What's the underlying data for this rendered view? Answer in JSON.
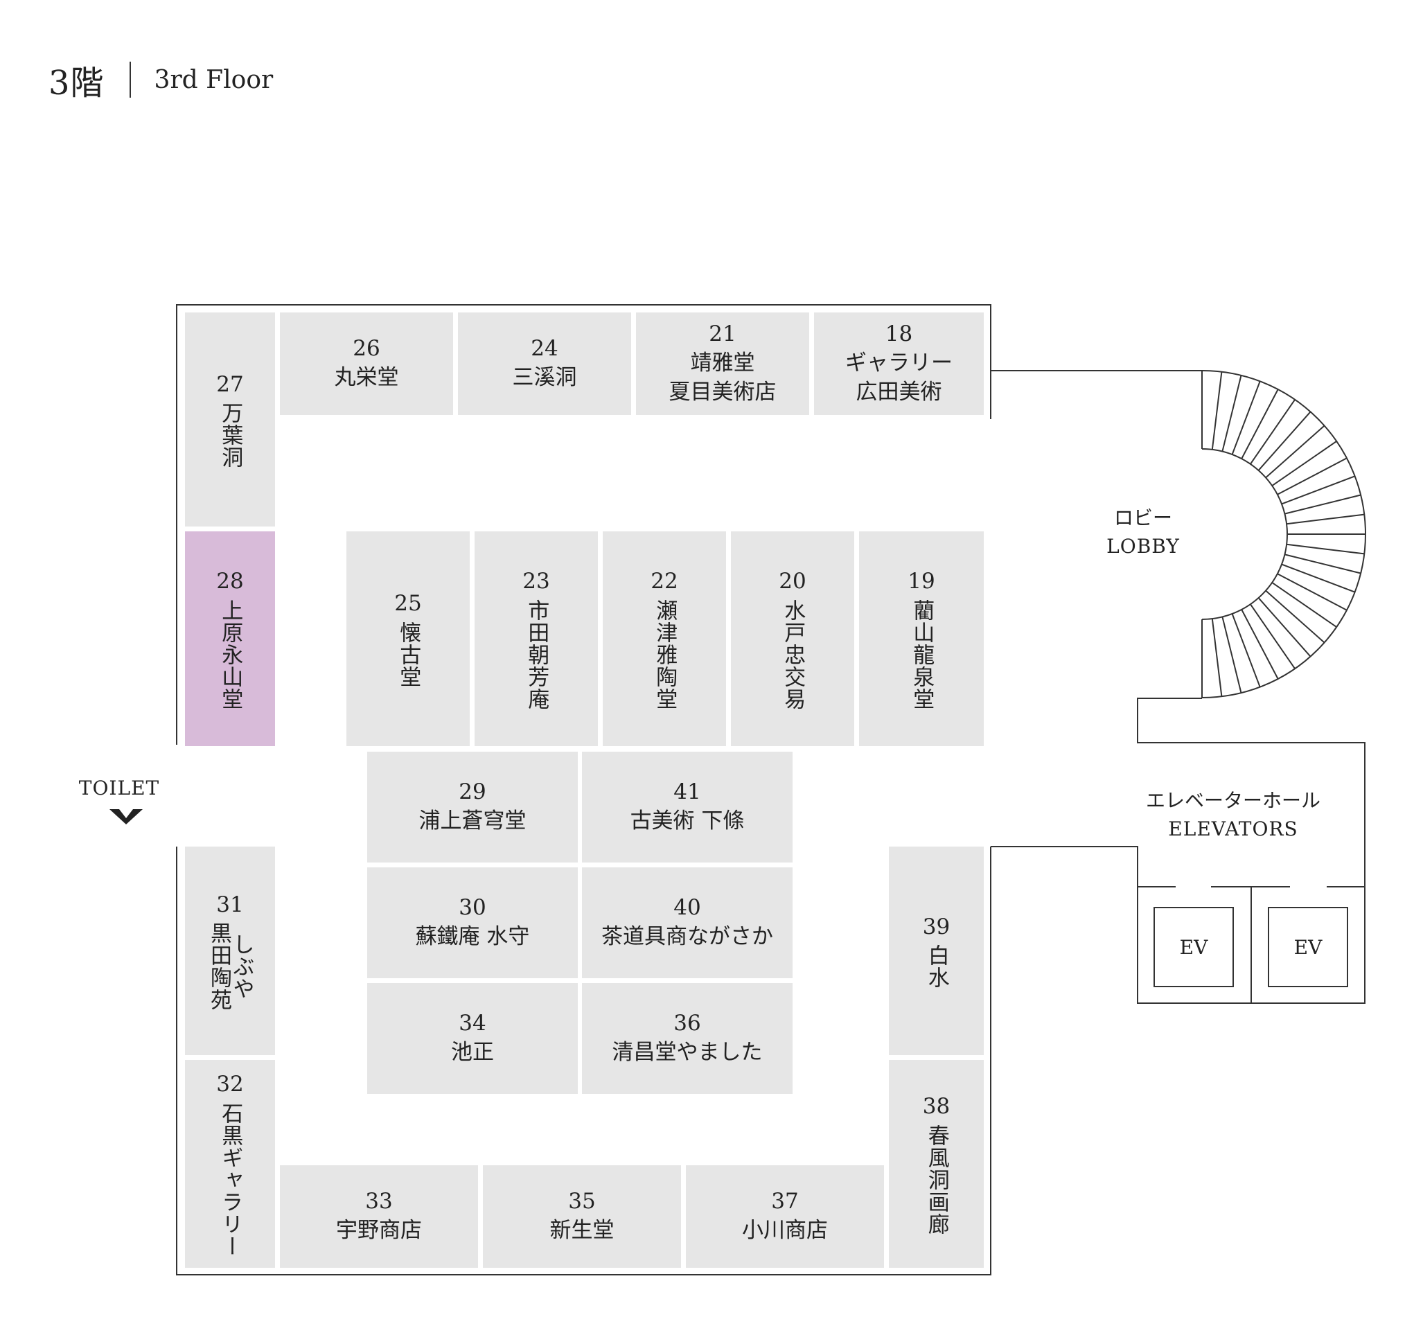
{
  "header": {
    "floor_jp": "3階",
    "floor_en": "3rd Floor"
  },
  "labels": {
    "toilet": "TOILET",
    "lobby_jp": "ロビー",
    "lobby_en": "LOBBY",
    "elevators_jp": "エレベーターホール",
    "elevators_en": "ELEVATORS",
    "ev": "EV"
  },
  "booths": {
    "b18": {
      "num": "18",
      "name": "ギャラリー\n広田美術"
    },
    "b19": {
      "num": "19",
      "name": "藺山龍泉堂"
    },
    "b20": {
      "num": "20",
      "name": "水戸忠交易"
    },
    "b21": {
      "num": "21",
      "name": "靖雅堂\n夏目美術店"
    },
    "b22": {
      "num": "22",
      "name": "瀬津雅陶堂"
    },
    "b23": {
      "num": "23",
      "name": "市田朝芳庵"
    },
    "b24": {
      "num": "24",
      "name": "三溪洞"
    },
    "b25": {
      "num": "25",
      "name": "懐古堂"
    },
    "b26": {
      "num": "26",
      "name": "丸栄堂"
    },
    "b27": {
      "num": "27",
      "name": "万葉洞"
    },
    "b28": {
      "num": "28",
      "name": "上原永山堂"
    },
    "b29": {
      "num": "29",
      "name": "浦上蒼穹堂"
    },
    "b30": {
      "num": "30",
      "name": "蘇鐵庵 水守"
    },
    "b31": {
      "num": "31",
      "name": "しぶや\n黒田陶苑"
    },
    "b32": {
      "num": "32",
      "name": "石黒ギャラリー"
    },
    "b33": {
      "num": "33",
      "name": "宇野商店"
    },
    "b34": {
      "num": "34",
      "name": "池正"
    },
    "b35": {
      "num": "35",
      "name": "新生堂"
    },
    "b36": {
      "num": "36",
      "name": "清昌堂やました"
    },
    "b37": {
      "num": "37",
      "name": "小川商店"
    },
    "b38": {
      "num": "38",
      "name": "春風洞画廊"
    },
    "b39": {
      "num": "39",
      "name": "白水"
    },
    "b40": {
      "num": "40",
      "name": "茶道具商ながさか"
    },
    "b41": {
      "num": "41",
      "name": "古美術 下條"
    }
  },
  "colors": {
    "booth": "#e6e6e6",
    "highlight": "#d8bbd9",
    "line": "#333333"
  }
}
